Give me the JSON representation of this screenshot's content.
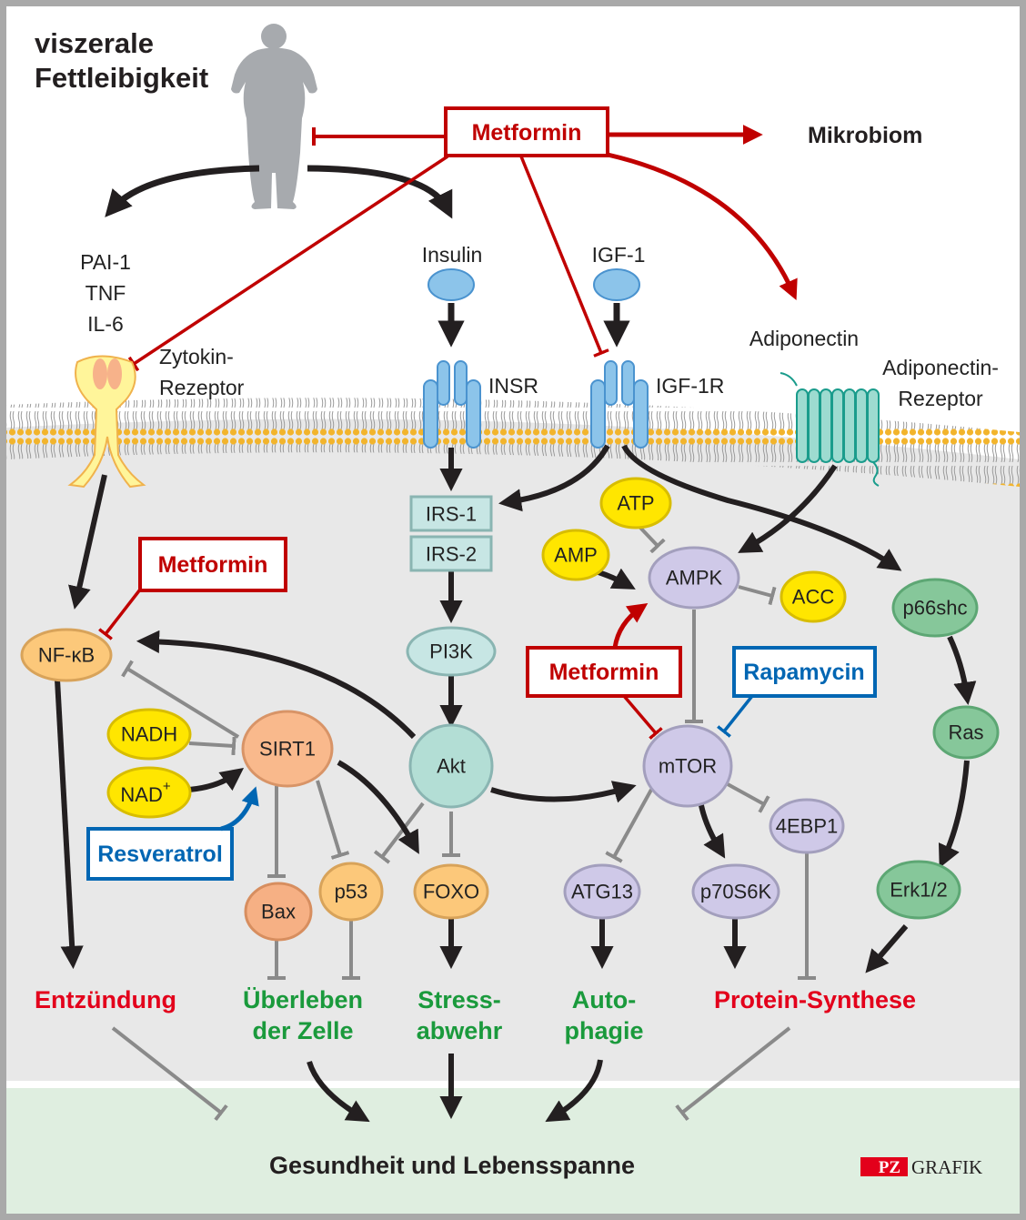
{
  "title": {
    "line1": "viszerale",
    "line2": "Fettleibigkeit"
  },
  "colors": {
    "metformin": "#c00000",
    "rapamycin": "#0066b3",
    "resveratrol": "#0066b3",
    "negative_outcome": "#e3001b",
    "positive_outcome": "#1a9a3c",
    "inhibition_gray": "#8a8a8a",
    "cell_bg": "#e9e9e9",
    "footer_bg": "#dfeee0"
  },
  "drugs": {
    "metformin_top": "Metformin",
    "metformin_nfkb": "Metformin",
    "metformin_mtor": "Metformin",
    "rapamycin": "Rapamycin",
    "resveratrol": "Resveratrol"
  },
  "external": {
    "mikrobiom": "Mikrobiom",
    "cytokines": [
      "PAI-1",
      "TNF",
      "IL-6"
    ],
    "insulin": "Insulin",
    "igf1": "IGF-1",
    "adiponectin": "Adiponectin"
  },
  "receptors": {
    "zytokin": [
      "Zytokin-",
      "Rezeptor"
    ],
    "insr": "INSR",
    "igf1r": "IGF-1R",
    "adiponectin": [
      "Adiponectin-",
      "Rezeptor"
    ]
  },
  "nodes": {
    "irs1": "IRS-1",
    "irs2": "IRS-2",
    "pi3k": "PI3K",
    "akt": "Akt",
    "nfkb": "NF-κB",
    "sirt1": "SIRT1",
    "nadh": "NADH",
    "nad": "NAD",
    "nad_sup": "+",
    "bax": "Bax",
    "p53": "p53",
    "foxo": "FOXO",
    "atp": "ATP",
    "amp": "AMP",
    "ampk": "AMPK",
    "acc": "ACC",
    "mtor": "mTOR",
    "atg13": "ATG13",
    "p70s6k": "p70S6K",
    "4ebp1": "4EBP1",
    "p66shc": "p66shc",
    "ras": "Ras",
    "erk": "Erk1/2"
  },
  "outcomes": {
    "entzuendung": [
      "Entzündung"
    ],
    "ueberleben": [
      "Überleben",
      "der Zelle"
    ],
    "stress": [
      "Stress-",
      "abwehr"
    ],
    "auto": [
      "Auto-",
      "phagie"
    ],
    "protein": [
      "Protein-Synthese"
    ]
  },
  "footer": {
    "goal": "Gesundheit und Lebensspanne",
    "credit_badge": "PZ",
    "credit_text": "GRAFIK"
  }
}
